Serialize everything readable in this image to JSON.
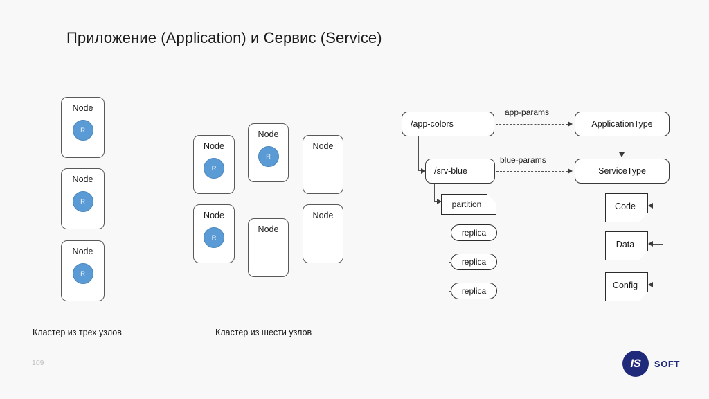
{
  "slide": {
    "title": "Приложение (Application) и Сервис (Service)",
    "page_number": "109",
    "background_color": "#f8f8f8"
  },
  "logo": {
    "mark_text": "IS",
    "word_text": "SOFT",
    "brand_color": "#1f2a7a"
  },
  "clusters": {
    "accent_color": "#5b9bd5",
    "three_node": {
      "caption": "Кластер из трех узлов",
      "nodes": [
        {
          "label": "Node",
          "badge": "R",
          "has_badge": true
        },
        {
          "label": "Node",
          "badge": "R",
          "has_badge": true
        },
        {
          "label": "Node",
          "badge": "R",
          "has_badge": true
        }
      ]
    },
    "six_node": {
      "caption": "Кластер из шести узлов",
      "nodes": [
        {
          "label": "Node",
          "badge": "R",
          "has_badge": true
        },
        {
          "label": "Node",
          "badge": "R",
          "has_badge": true
        },
        {
          "label": "Node",
          "badge": "",
          "has_badge": false
        },
        {
          "label": "Node",
          "badge": "R",
          "has_badge": true
        },
        {
          "label": "Node",
          "badge": "",
          "has_badge": false
        },
        {
          "label": "Node",
          "badge": "",
          "has_badge": false
        }
      ]
    }
  },
  "diagram": {
    "nodes": {
      "app_colors": "/app-colors",
      "srv_blue": "/srv-blue",
      "application_type": "ApplicationType",
      "service_type": "ServiceType",
      "partition": "partition",
      "replica_1": "replica",
      "replica_2": "replica",
      "replica_3": "replica",
      "code": "Code",
      "data": "Data",
      "config": "Config"
    },
    "edge_labels": {
      "app_params": "app-params",
      "blue_params": "blue-params"
    }
  }
}
